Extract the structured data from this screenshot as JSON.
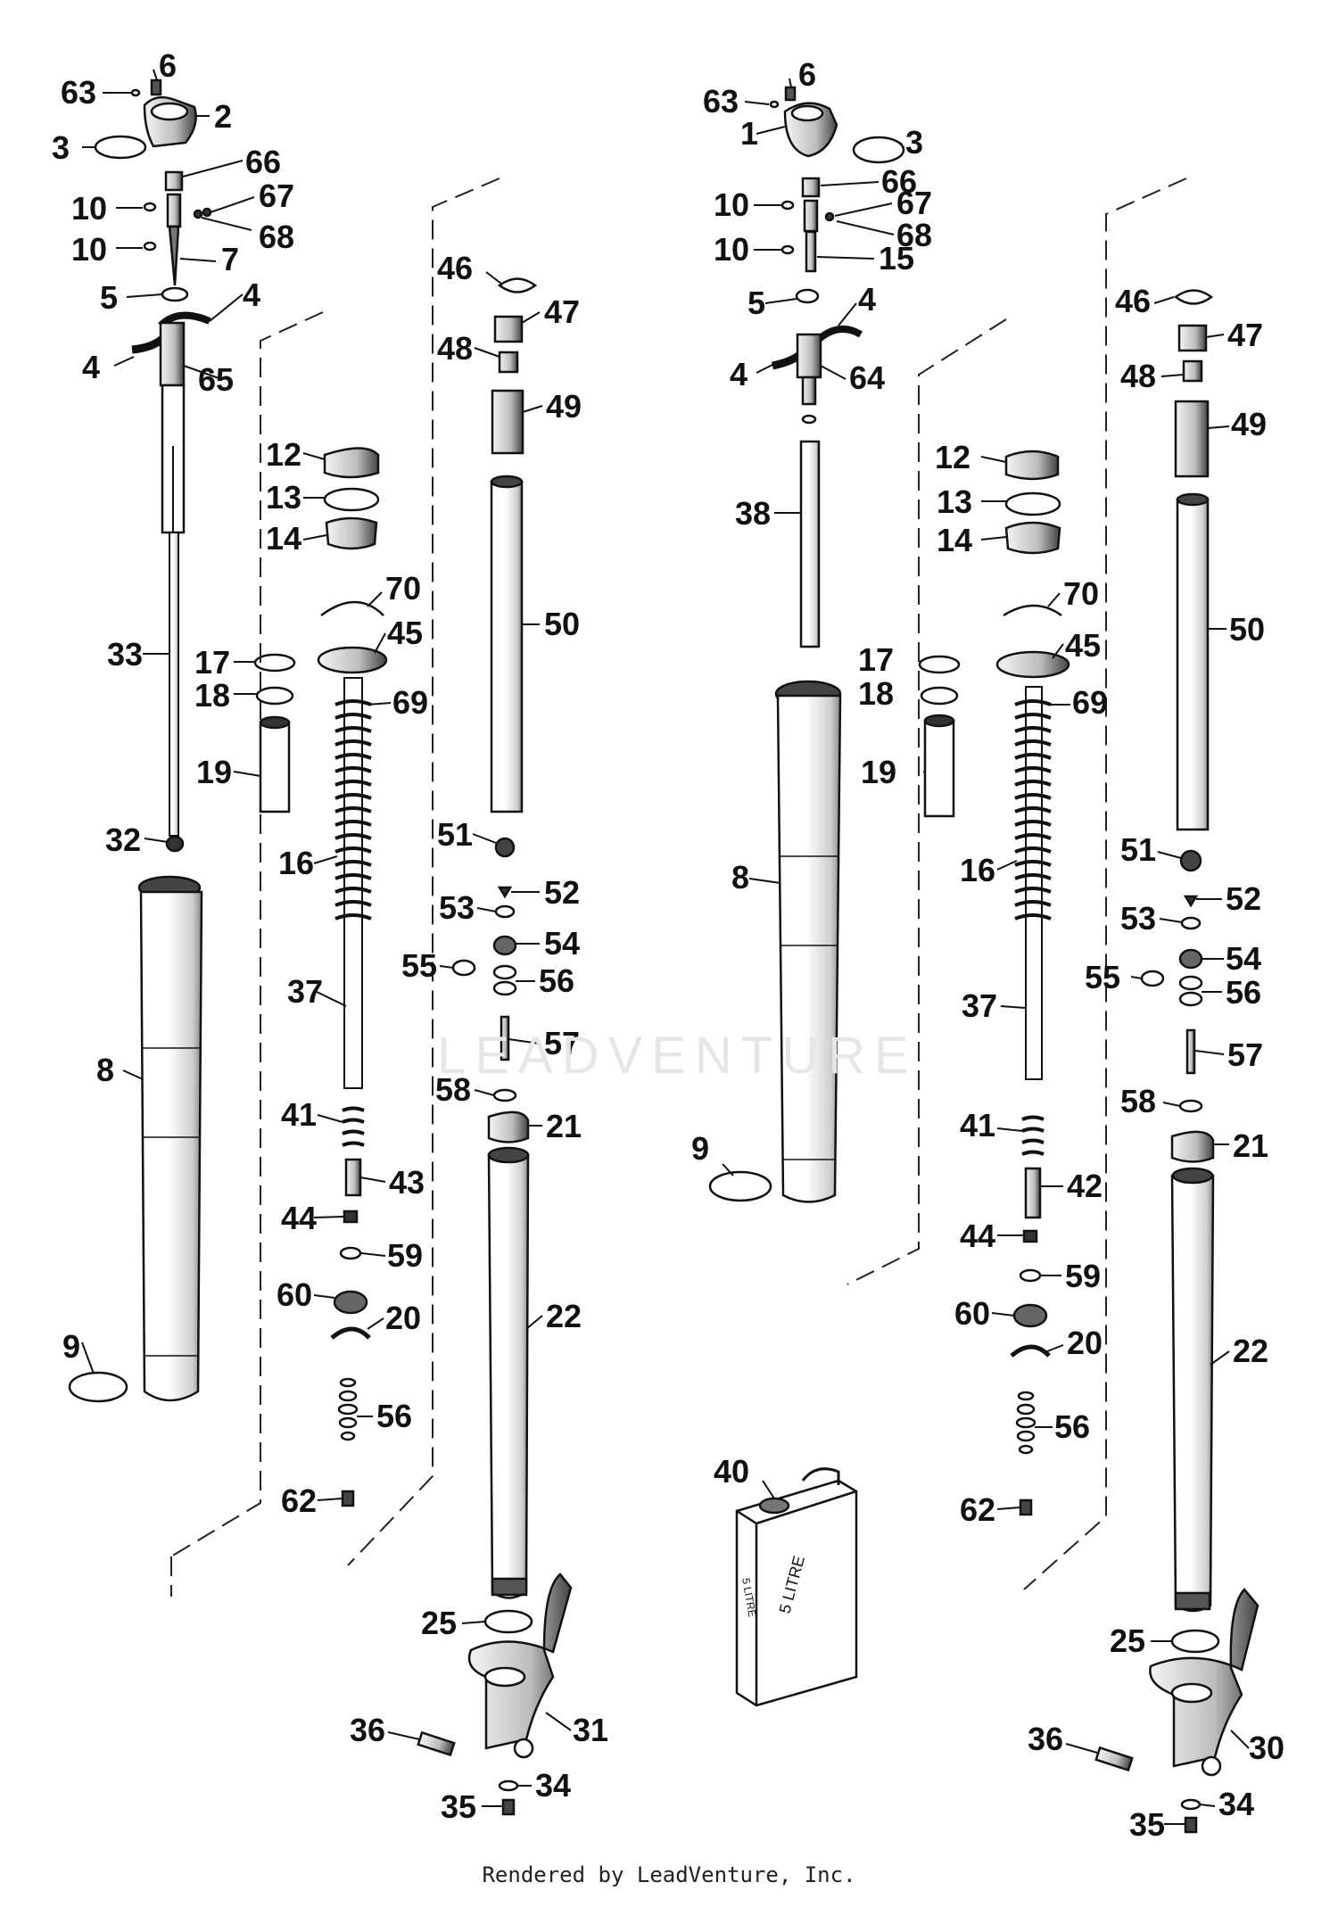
{
  "watermark": "LEADVENTURE",
  "footer": "Rendered by LeadVenture, Inc.",
  "callouts": [
    {
      "id": "l-63",
      "text": "63"
    },
    {
      "id": "l-6",
      "text": "6"
    },
    {
      "id": "l-2",
      "text": "2"
    },
    {
      "id": "l-3",
      "text": "3"
    },
    {
      "id": "l-66",
      "text": "66"
    },
    {
      "id": "l-10a",
      "text": "10"
    },
    {
      "id": "l-67",
      "text": "67"
    },
    {
      "id": "l-68",
      "text": "68"
    },
    {
      "id": "l-10b",
      "text": "10"
    },
    {
      "id": "l-7",
      "text": "7"
    },
    {
      "id": "l-5",
      "text": "5"
    },
    {
      "id": "l-4a",
      "text": "4"
    },
    {
      "id": "l-4b",
      "text": "4"
    },
    {
      "id": "l-65",
      "text": "65"
    },
    {
      "id": "l-33",
      "text": "33"
    },
    {
      "id": "l-32",
      "text": "32"
    },
    {
      "id": "l-8",
      "text": "8"
    },
    {
      "id": "l-9",
      "text": "9"
    },
    {
      "id": "l-12",
      "text": "12"
    },
    {
      "id": "l-13",
      "text": "13"
    },
    {
      "id": "l-14",
      "text": "14"
    },
    {
      "id": "l-70",
      "text": "70"
    },
    {
      "id": "l-45",
      "text": "45"
    },
    {
      "id": "l-17",
      "text": "17"
    },
    {
      "id": "l-18",
      "text": "18"
    },
    {
      "id": "l-69",
      "text": "69"
    },
    {
      "id": "l-19",
      "text": "19"
    },
    {
      "id": "l-16",
      "text": "16"
    },
    {
      "id": "l-37",
      "text": "37"
    },
    {
      "id": "l-41",
      "text": "41"
    },
    {
      "id": "l-43",
      "text": "43"
    },
    {
      "id": "l-44",
      "text": "44"
    },
    {
      "id": "l-59",
      "text": "59"
    },
    {
      "id": "l-60",
      "text": "60"
    },
    {
      "id": "l-20",
      "text": "20"
    },
    {
      "id": "l-56a",
      "text": "56"
    },
    {
      "id": "l-62",
      "text": "62"
    },
    {
      "id": "l-46",
      "text": "46"
    },
    {
      "id": "l-47",
      "text": "47"
    },
    {
      "id": "l-48",
      "text": "48"
    },
    {
      "id": "l-49",
      "text": "49"
    },
    {
      "id": "l-50",
      "text": "50"
    },
    {
      "id": "l-51",
      "text": "51"
    },
    {
      "id": "l-52",
      "text": "52"
    },
    {
      "id": "l-53",
      "text": "53"
    },
    {
      "id": "l-54",
      "text": "54"
    },
    {
      "id": "l-55",
      "text": "55"
    },
    {
      "id": "l-56b",
      "text": "56"
    },
    {
      "id": "l-57",
      "text": "57"
    },
    {
      "id": "l-58",
      "text": "58"
    },
    {
      "id": "l-21",
      "text": "21"
    },
    {
      "id": "l-22",
      "text": "22"
    },
    {
      "id": "l-25",
      "text": "25"
    },
    {
      "id": "l-31",
      "text": "31"
    },
    {
      "id": "l-36",
      "text": "36"
    },
    {
      "id": "l-34",
      "text": "34"
    },
    {
      "id": "l-35",
      "text": "35"
    },
    {
      "id": "r-63",
      "text": "63"
    },
    {
      "id": "r-6",
      "text": "6"
    },
    {
      "id": "r-1",
      "text": "1"
    },
    {
      "id": "r-3",
      "text": "3"
    },
    {
      "id": "r-66",
      "text": "66"
    },
    {
      "id": "r-10a",
      "text": "10"
    },
    {
      "id": "r-67",
      "text": "67"
    },
    {
      "id": "r-68",
      "text": "68"
    },
    {
      "id": "r-10b",
      "text": "10"
    },
    {
      "id": "r-15",
      "text": "15"
    },
    {
      "id": "r-5",
      "text": "5"
    },
    {
      "id": "r-4a",
      "text": "4"
    },
    {
      "id": "r-4b",
      "text": "4"
    },
    {
      "id": "r-64",
      "text": "64"
    },
    {
      "id": "r-38",
      "text": "38"
    },
    {
      "id": "r-8",
      "text": "8"
    },
    {
      "id": "r-9",
      "text": "9"
    },
    {
      "id": "r-12",
      "text": "12"
    },
    {
      "id": "r-13",
      "text": "13"
    },
    {
      "id": "r-14",
      "text": "14"
    },
    {
      "id": "r-70",
      "text": "70"
    },
    {
      "id": "r-45",
      "text": "45"
    },
    {
      "id": "r-17",
      "text": "17"
    },
    {
      "id": "r-18",
      "text": "18"
    },
    {
      "id": "r-69",
      "text": "69"
    },
    {
      "id": "r-19",
      "text": "19"
    },
    {
      "id": "r-16",
      "text": "16"
    },
    {
      "id": "r-37",
      "text": "37"
    },
    {
      "id": "r-41",
      "text": "41"
    },
    {
      "id": "r-42",
      "text": "42"
    },
    {
      "id": "r-44",
      "text": "44"
    },
    {
      "id": "r-59",
      "text": "59"
    },
    {
      "id": "r-60",
      "text": "60"
    },
    {
      "id": "r-20",
      "text": "20"
    },
    {
      "id": "r-56a",
      "text": "56"
    },
    {
      "id": "r-62",
      "text": "62"
    },
    {
      "id": "r-40",
      "text": "40"
    },
    {
      "id": "r-46",
      "text": "46"
    },
    {
      "id": "r-47",
      "text": "47"
    },
    {
      "id": "r-48",
      "text": "48"
    },
    {
      "id": "r-49",
      "text": "49"
    },
    {
      "id": "r-50",
      "text": "50"
    },
    {
      "id": "r-51",
      "text": "51"
    },
    {
      "id": "r-52",
      "text": "52"
    },
    {
      "id": "r-53",
      "text": "53"
    },
    {
      "id": "r-54",
      "text": "54"
    },
    {
      "id": "r-55",
      "text": "55"
    },
    {
      "id": "r-56b",
      "text": "56"
    },
    {
      "id": "r-57",
      "text": "57"
    },
    {
      "id": "r-58",
      "text": "58"
    },
    {
      "id": "r-21",
      "text": "21"
    },
    {
      "id": "r-22",
      "text": "22"
    },
    {
      "id": "r-25",
      "text": "25"
    },
    {
      "id": "r-30",
      "text": "30"
    },
    {
      "id": "r-36",
      "text": "36"
    },
    {
      "id": "r-34",
      "text": "34"
    },
    {
      "id": "r-35",
      "text": "35"
    }
  ],
  "oil_can": {
    "front_text": "5 LITRE",
    "side_text": "5 LITRE"
  }
}
